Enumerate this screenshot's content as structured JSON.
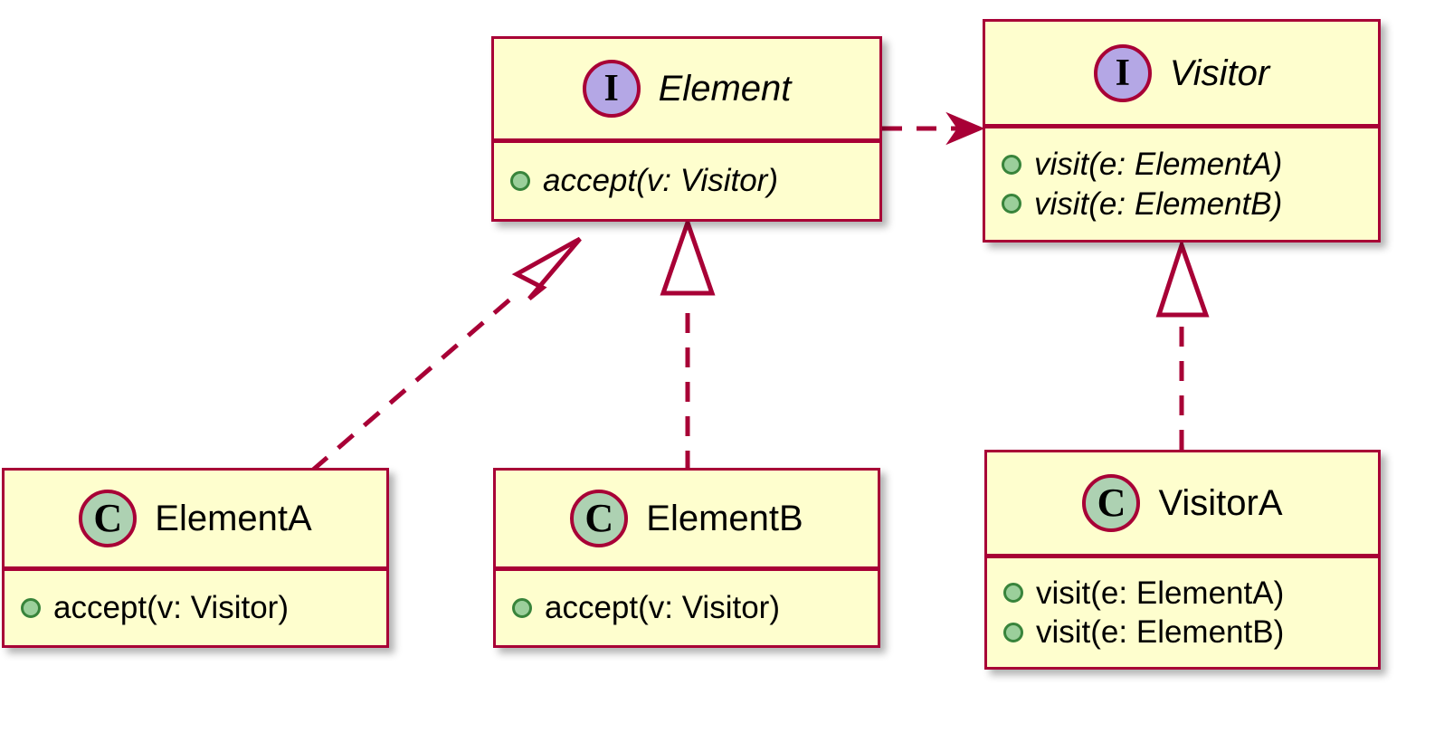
{
  "diagram": {
    "kind": "uml-class-diagram",
    "pattern_name": "Visitor",
    "background": "#FFFFFF",
    "colors": {
      "border": "#A80036",
      "fill": "#FEFECE",
      "interface_circle": "#B4A7E5",
      "class_circle": "#ADD1B2",
      "member_bullet": "#9BCF9B",
      "member_bullet_border": "#38843B",
      "text": "#000000"
    }
  },
  "nodes": {
    "element": {
      "name": "Element",
      "stereotype": "interface",
      "stereotype_glyph": "I",
      "italic": true,
      "members": [
        {
          "visibility": "public",
          "text": "accept(v: Visitor)"
        }
      ]
    },
    "visitor": {
      "name": "Visitor",
      "stereotype": "interface",
      "stereotype_glyph": "I",
      "italic": true,
      "members": [
        {
          "visibility": "public",
          "text": "visit(e: ElementA)"
        },
        {
          "visibility": "public",
          "text": "visit(e: ElementB)"
        }
      ]
    },
    "element_a": {
      "name": "ElementA",
      "stereotype": "class",
      "stereotype_glyph": "C",
      "italic": false,
      "members": [
        {
          "visibility": "public",
          "text": "accept(v: Visitor)"
        }
      ]
    },
    "element_b": {
      "name": "ElementB",
      "stereotype": "class",
      "stereotype_glyph": "C",
      "italic": false,
      "members": [
        {
          "visibility": "public",
          "text": "accept(v: Visitor)"
        }
      ]
    },
    "visitor_a": {
      "name": "VisitorA",
      "stereotype": "class",
      "stereotype_glyph": "C",
      "italic": false,
      "members": [
        {
          "visibility": "public",
          "text": "visit(e: ElementA)"
        },
        {
          "visibility": "public",
          "text": "visit(e: ElementB)"
        }
      ]
    }
  },
  "edges": [
    {
      "id": "element-uses-visitor",
      "from": "Element",
      "to": "Visitor",
      "type": "dependency",
      "line": "dashed",
      "arrowhead": "open-filled"
    },
    {
      "id": "elementa-realizes-element",
      "from": "ElementA",
      "to": "Element",
      "type": "realization",
      "line": "dashed",
      "arrowhead": "hollow-triangle"
    },
    {
      "id": "elementb-realizes-element",
      "from": "ElementB",
      "to": "Element",
      "type": "realization",
      "line": "dashed",
      "arrowhead": "hollow-triangle"
    },
    {
      "id": "visitora-realizes-visitor",
      "from": "VisitorA",
      "to": "Visitor",
      "type": "realization",
      "line": "dashed",
      "arrowhead": "hollow-triangle"
    }
  ]
}
